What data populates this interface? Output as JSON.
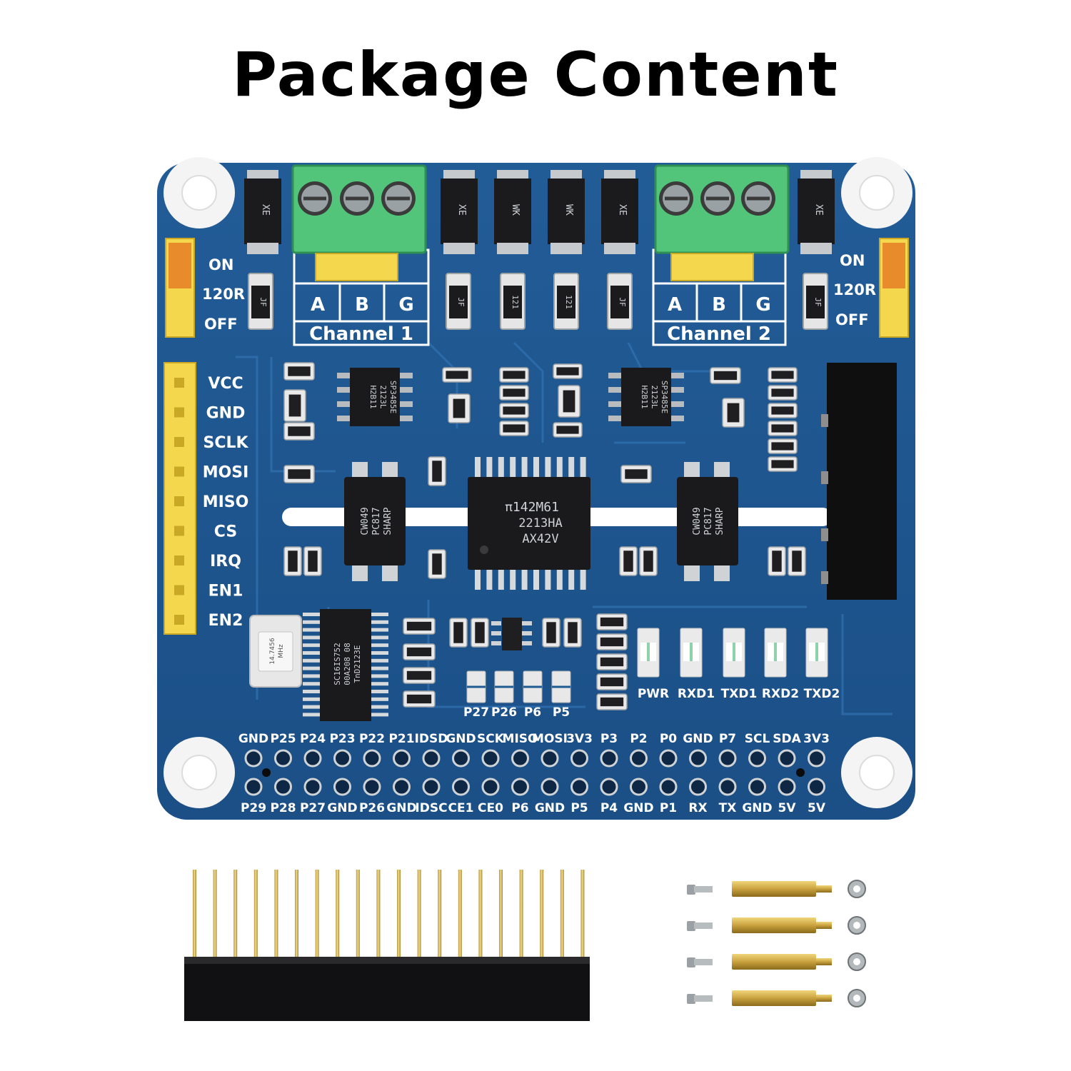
{
  "title": "Package Content",
  "board": {
    "left_header": {
      "on": "ON",
      "r120": "120R",
      "off": "OFF"
    },
    "right_header": {
      "on": "ON",
      "r120": "120R",
      "off": "OFF"
    },
    "channel1": {
      "name": "Channel 1",
      "a": "A",
      "b": "B",
      "g": "G"
    },
    "channel2": {
      "name": "Channel 2",
      "a": "A",
      "b": "B",
      "g": "G"
    },
    "diode_labels": [
      "XE",
      "XE",
      "WK",
      "WK",
      "XE",
      "XE"
    ],
    "small_diode_labels": [
      "JF",
      "JF",
      "121",
      "121",
      "JF",
      "JF"
    ],
    "spi_pins": [
      "VCC",
      "GND",
      "SCLK",
      "MOSI",
      "MISO",
      "CS",
      "IRQ",
      "EN1",
      "EN2"
    ],
    "chips": {
      "rs485_a": [
        "SP3485E",
        "2123L",
        "H2B11"
      ],
      "rs485_b": [
        "SP3485E",
        "2123L",
        "H2B11"
      ],
      "opto_a": [
        "CW049",
        "PC817",
        "SHARP"
      ],
      "opto_b": [
        "CW049",
        "PC817",
        "SHARP"
      ],
      "isolator": [
        "π142M61",
        "2213HA",
        "AX42V"
      ],
      "uart": [
        "SC16IS752",
        "00A208 08",
        "TnD2123E"
      ],
      "crystal": [
        "14.7456",
        "MHz"
      ]
    },
    "jumpers": [
      "P27",
      "P26",
      "P6",
      "P5"
    ],
    "leds": [
      "PWR",
      "RXD1",
      "TXD1",
      "RXD2",
      "TXD2"
    ],
    "gpio_top": [
      "GND",
      "P25",
      "P24",
      "P23",
      "P22",
      "P21",
      "IDSD",
      "GND",
      "SCK",
      "MISO",
      "MOSI",
      "3V3",
      "P3",
      "P2",
      "P0",
      "GND",
      "P7",
      "SCL",
      "SDA",
      "3V3"
    ],
    "gpio_bottom": [
      "P29",
      "P28",
      "P27",
      "GND",
      "P26",
      "GND",
      "IDSC",
      "CE1",
      "CE0",
      "P6",
      "GND",
      "P5",
      "P4",
      "GND",
      "P1",
      "RX",
      "TX",
      "GND",
      "5V",
      "5V"
    ]
  },
  "colors": {
    "pcb": "#1f5a93",
    "terminal": "#4fc77a",
    "header": "#f2d24a",
    "gold": "#c9a845"
  }
}
